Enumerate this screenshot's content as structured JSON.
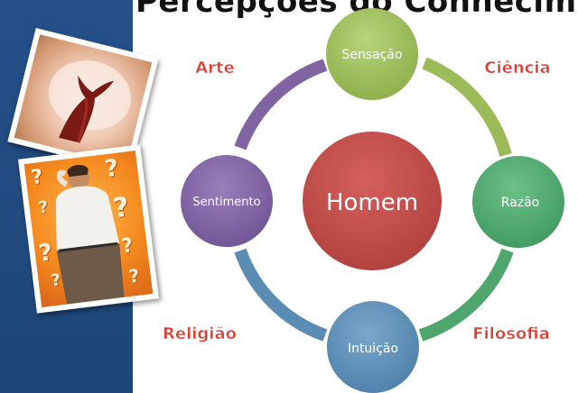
{
  "title": "Percepções do Conhecimento",
  "center": {
    "label": "Homem",
    "color": "#c0504d"
  },
  "nodes": {
    "top": {
      "label": "Sensação",
      "color": "#9bbb59"
    },
    "right": {
      "label": "Razão",
      "color": "#4fa66c"
    },
    "bottom": {
      "label": "Intuição",
      "color": "#5b8db4"
    },
    "left": {
      "label": "Sentimento",
      "color": "#8064a2"
    }
  },
  "arcs": {
    "top_right": "#9bbb59",
    "right_bottom": "#4fa66c",
    "bottom_left": "#5b8db4",
    "left_top": "#8064a2"
  },
  "corner_labels": {
    "top_left": "Arte",
    "top_right": "Ciência",
    "bottom_left": "Religião",
    "bottom_right": "Filosofia"
  },
  "corner_label_color": "#e03c2e",
  "photos": [
    {
      "name": "abstract-figure-photo"
    },
    {
      "name": "confused-man-question-marks-photo"
    }
  ]
}
